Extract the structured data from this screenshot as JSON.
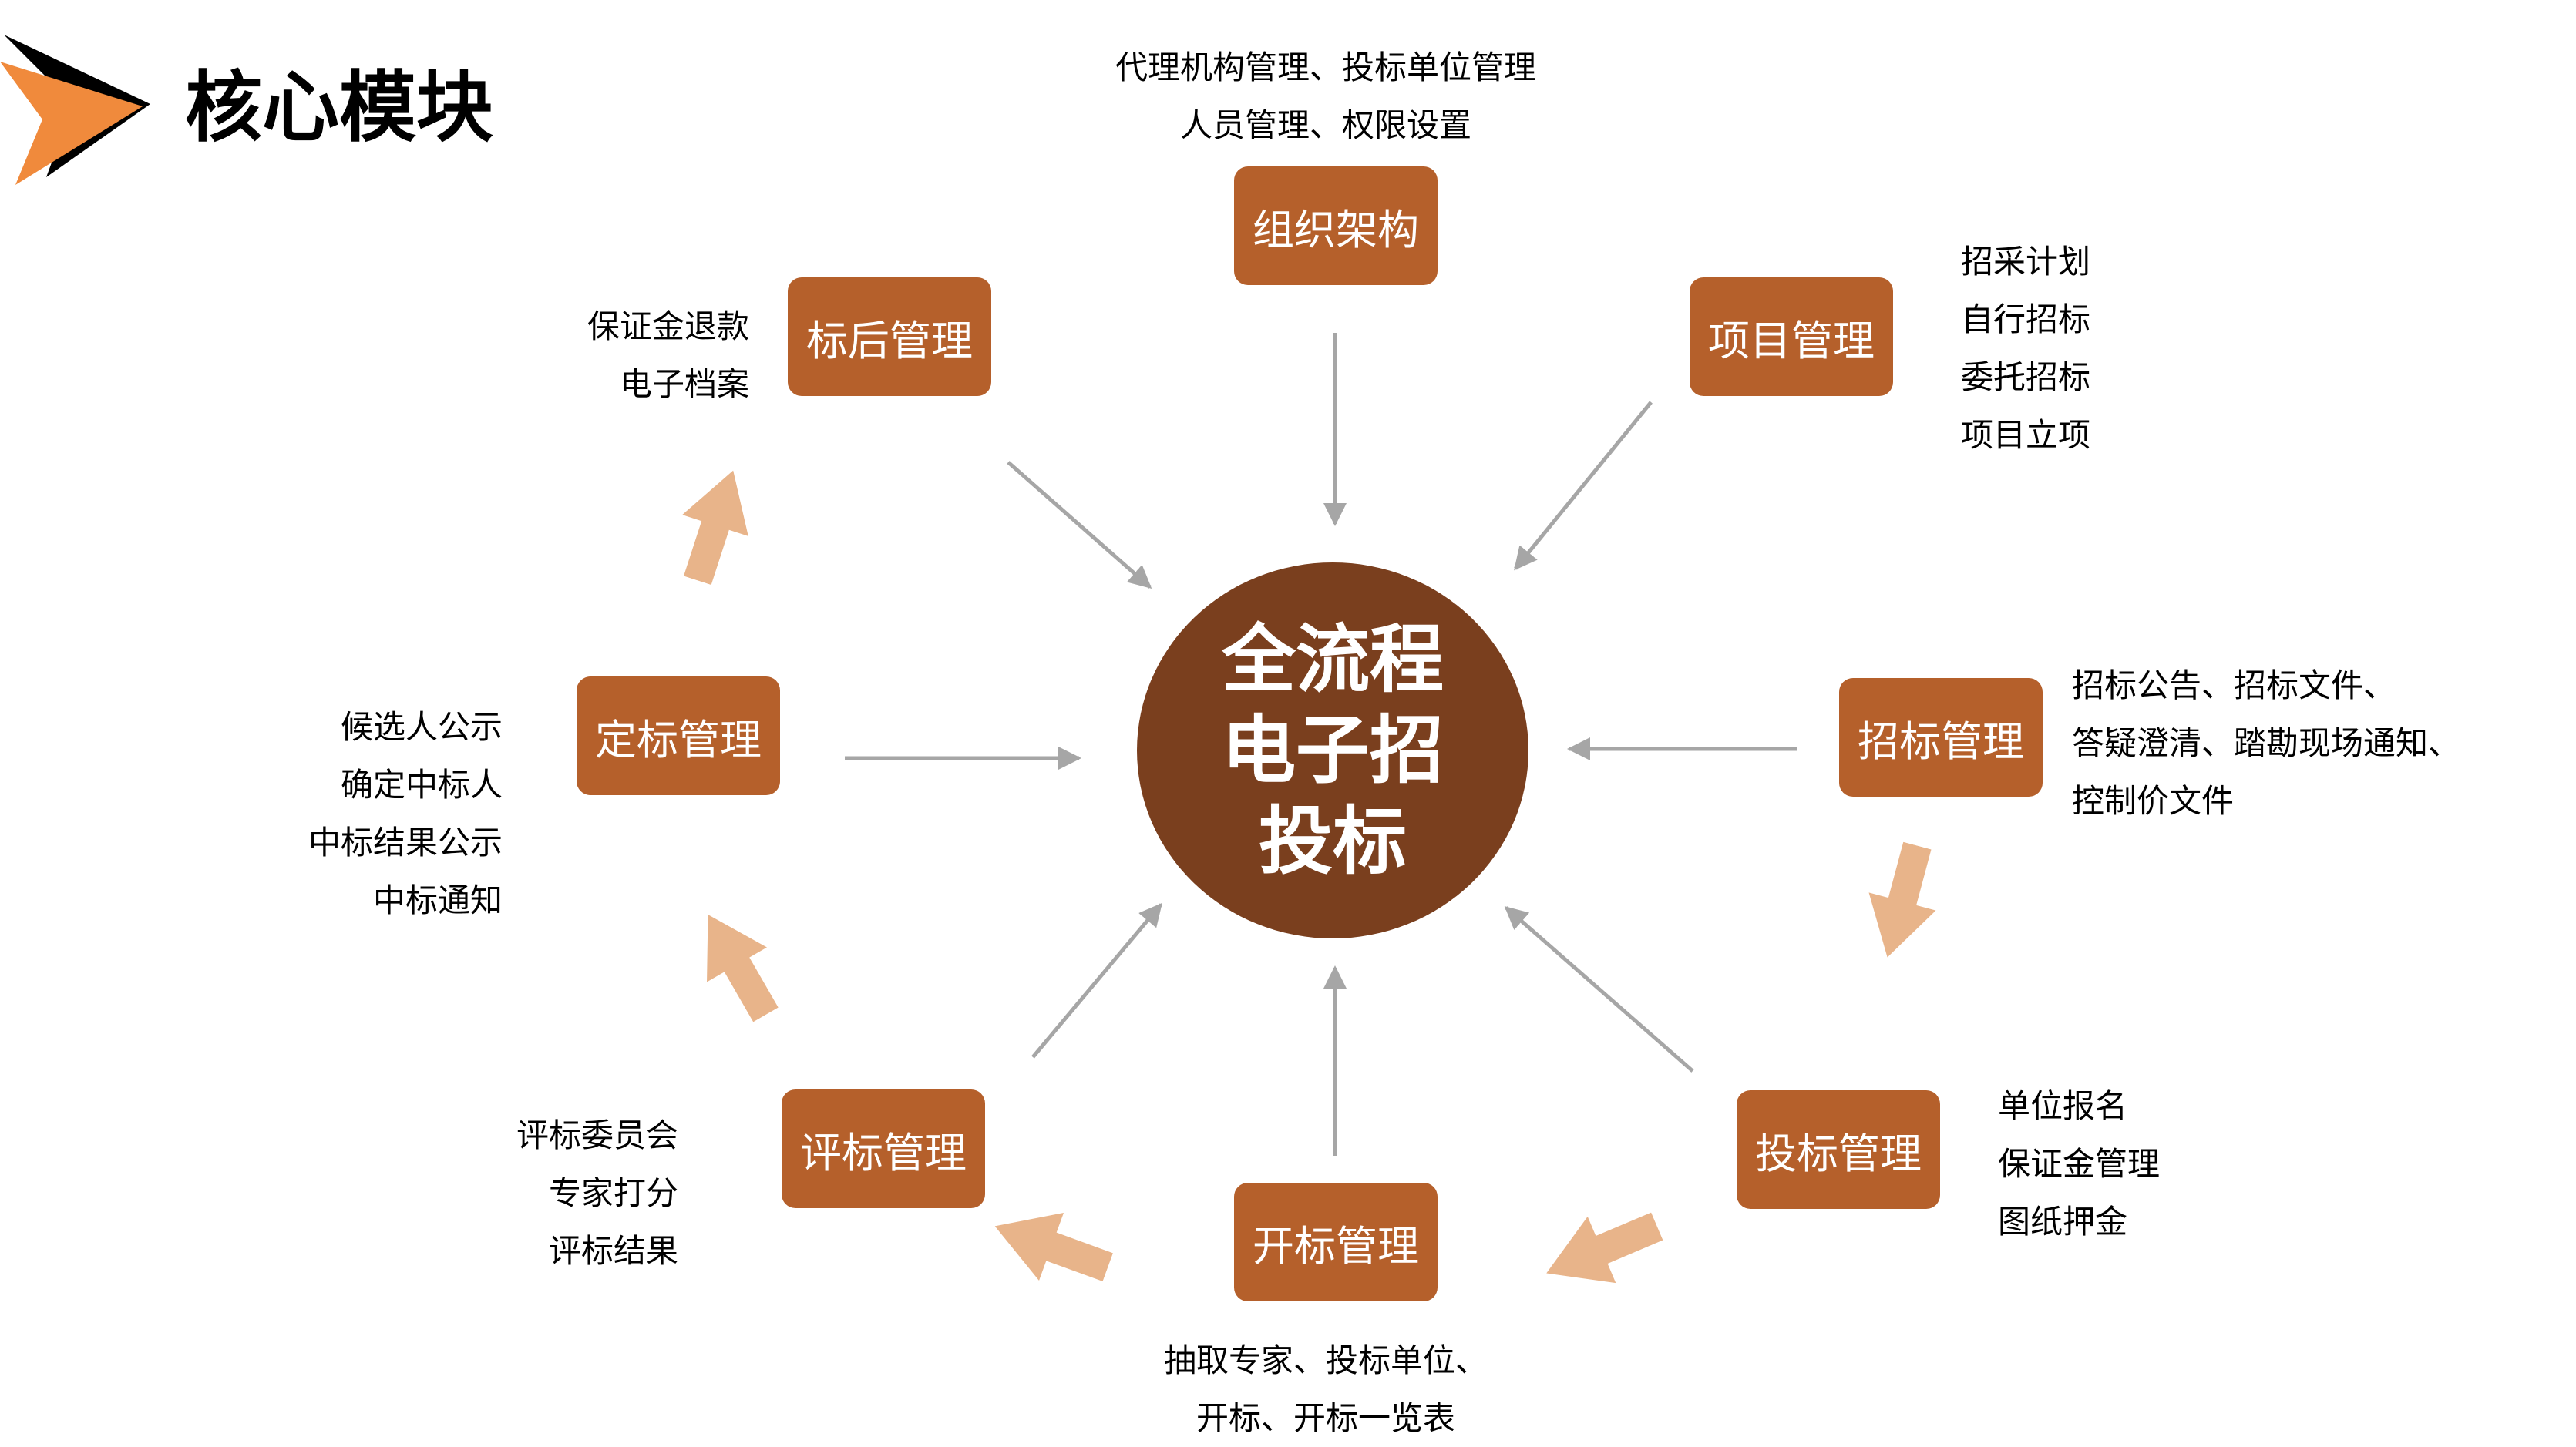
{
  "header": {
    "title": "核心模块",
    "logo": "arrowhead-logo"
  },
  "center": {
    "label": "全流程电子招投标"
  },
  "modules": {
    "org": {
      "label": "组织架构",
      "details": [
        "代理机构管理、投标单位管理",
        "人员管理、权限设置"
      ]
    },
    "project": {
      "label": "项目管理",
      "details": [
        "招采计划",
        "自行招标",
        "委托招标",
        "项目立项"
      ]
    },
    "tender": {
      "label": "招标管理",
      "details": [
        "招标公告、招标文件、",
        "答疑澄清、踏勘现场通知、",
        "控制价文件"
      ]
    },
    "bid": {
      "label": "投标管理",
      "details": [
        "单位报名",
        "保证金管理",
        "图纸押金"
      ]
    },
    "opening": {
      "label": "开标管理",
      "details": [
        "抽取专家、投标单位、",
        "开标、开标一览表"
      ]
    },
    "review": {
      "label": "评标管理",
      "details": [
        "评标委员会",
        "专家打分",
        "评标结果"
      ]
    },
    "award": {
      "label": "定标管理",
      "details": [
        "候选人公示",
        "确定中标人",
        "中标结果公示",
        "中标通知"
      ]
    },
    "post": {
      "label": "标后管理",
      "details": [
        "保证金退款",
        "电子档案"
      ]
    }
  },
  "colors": {
    "center_fill": "#7a3f1e",
    "module_fill": "#b5602b",
    "flow_arrow": "#e8b48a",
    "connector": "#a6a6a6",
    "logo_orange": "#f08a3c"
  }
}
